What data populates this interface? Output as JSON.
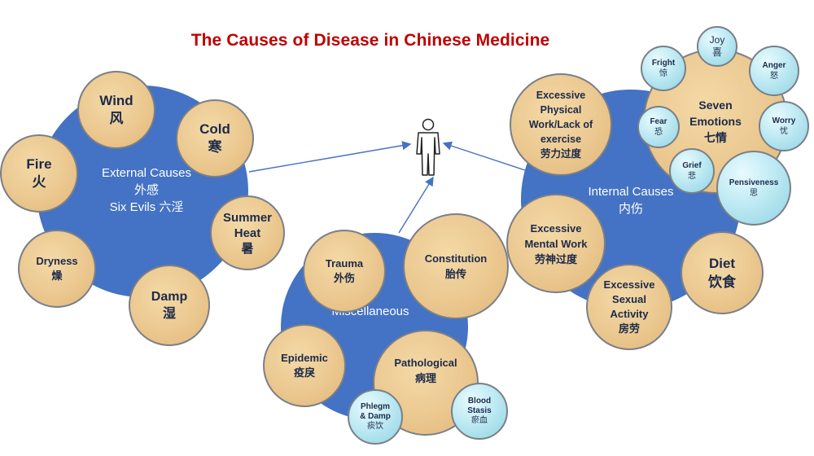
{
  "title": "The Causes of Disease in Chinese Medicine",
  "external": {
    "label": "External Causes",
    "label_zh": "外感",
    "sub": "Six Evils 六淫",
    "nodes": [
      {
        "en": "Wind",
        "zh": "风"
      },
      {
        "en": "Cold",
        "zh": "寒"
      },
      {
        "en": "Fire",
        "zh": "火"
      },
      {
        "en": "Summer Heat",
        "zh": "暑"
      },
      {
        "en": "Dryness",
        "zh": "燥"
      },
      {
        "en": "Damp",
        "zh": "湿"
      }
    ]
  },
  "misc": {
    "label": "Miscellaneous",
    "nodes": [
      {
        "en": "Trauma",
        "zh": "外伤"
      },
      {
        "en": "Constitution",
        "zh": "胎传"
      },
      {
        "en": "Epidemic",
        "zh": "疫戾"
      },
      {
        "en": "Pathological",
        "zh": "病理"
      }
    ],
    "drops": [
      {
        "en": "Phlegm & Damp",
        "zh": "痰饮"
      },
      {
        "en": "Blood Stasis",
        "zh": "瘀血"
      }
    ]
  },
  "internal": {
    "label": "Internal Causes",
    "label_zh": "内伤",
    "nodes": [
      {
        "en": "Excessive Physical Work/Lack of exercise",
        "zh": "劳力过度"
      },
      {
        "en": "Excessive Mental Work",
        "zh": "劳神过度"
      },
      {
        "en": "Excessive Sexual Activity",
        "zh": "房劳"
      },
      {
        "en": "Diet",
        "zh": "饮食"
      },
      {
        "en": "Seven Emotions",
        "zh": "七情"
      }
    ],
    "emotions": [
      {
        "en": "Joy",
        "zh": "喜"
      },
      {
        "en": "Fright",
        "zh": "惊"
      },
      {
        "en": "Anger",
        "zh": "怒"
      },
      {
        "en": "Fear",
        "zh": "恐"
      },
      {
        "en": "Worry",
        "zh": "忧"
      },
      {
        "en": "Grief",
        "zh": "悲"
      },
      {
        "en": "Pensiveness",
        "zh": "思"
      }
    ]
  },
  "colors": {
    "hub": "#4472c4",
    "node_fill": "#ebc890",
    "drop_fill": "#bfeaf3",
    "title": "#c00000",
    "text": "#1b2a4a",
    "arrow": "#4472c4"
  },
  "icons": {
    "person": "person-icon"
  }
}
